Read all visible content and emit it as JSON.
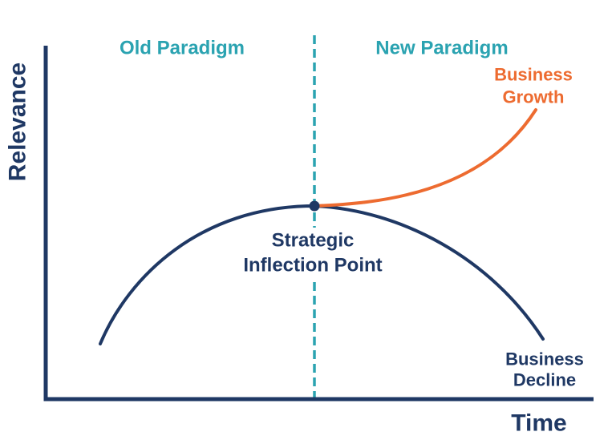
{
  "figure": {
    "y_axis_label": "Relevance",
    "x_axis_label": "Time",
    "old_paradigm_label": "Old Paradigm",
    "new_paradigm_label": "New Paradigm",
    "inflection_label_line1": "Strategic",
    "inflection_label_line2": "Inflection Point",
    "growth_label_line1": "Business",
    "growth_label_line2": "Growth",
    "decline_label_line1": "Business",
    "decline_label_line2": "Decline"
  },
  "colors": {
    "navy": "#1F3864",
    "teal": "#2BA3B1",
    "orange": "#ED6B30",
    "background": "#FFFFFF"
  },
  "chart_data": {
    "type": "line",
    "title": "Strategic Inflection Point",
    "xlabel": "Time",
    "ylabel": "Relevance",
    "numeric_axes": false,
    "grid": false,
    "legend_position": "none",
    "regions": [
      {
        "label": "Old Paradigm",
        "side": "left-of-divider",
        "label_color": "#2BA3B1"
      },
      {
        "label": "New Paradigm",
        "side": "right-of-divider",
        "label_color": "#2BA3B1"
      }
    ],
    "divider": {
      "style": "dashed",
      "color": "#2BA3B1",
      "x_rel": 0.49,
      "orientation": "vertical"
    },
    "inflection_point": {
      "label": "Strategic Inflection Point",
      "x_rel": 0.49,
      "y_rel": 0.55,
      "marker": "filled-dot",
      "color": "#1F3864"
    },
    "series": [
      {
        "name": "Business Decline",
        "color": "#1F3864",
        "shape": "symmetric arch peaking at inflection point then declining",
        "points_rel": [
          [
            0.1,
            0.16
          ],
          [
            0.25,
            0.42
          ],
          [
            0.49,
            0.55
          ],
          [
            0.7,
            0.44
          ],
          [
            0.91,
            0.17
          ]
        ]
      },
      {
        "name": "Business Growth",
        "color": "#ED6B30",
        "shape": "exponential rise starting flat at inflection point",
        "points_rel": [
          [
            0.49,
            0.55
          ],
          [
            0.65,
            0.58
          ],
          [
            0.78,
            0.66
          ],
          [
            0.9,
            0.83
          ]
        ]
      }
    ],
    "x_range_rel": [
      0,
      1
    ],
    "y_range_rel": [
      0,
      1
    ]
  }
}
